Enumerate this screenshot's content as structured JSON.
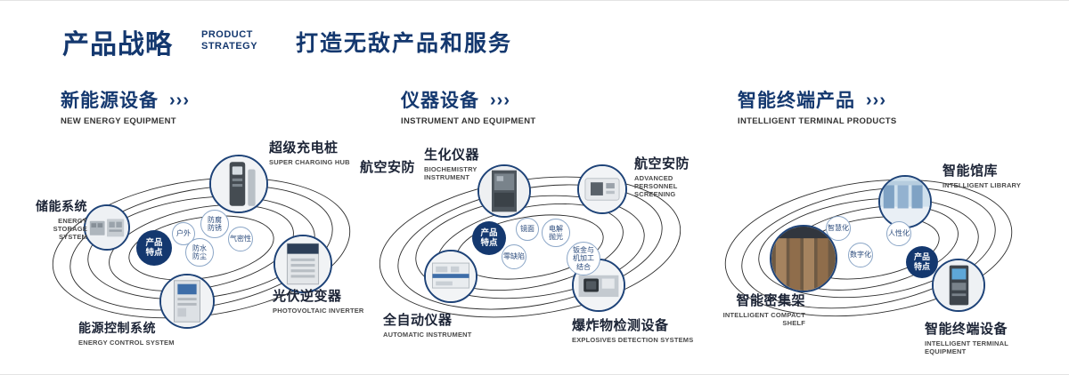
{
  "header": {
    "title_cn": "产品战略",
    "title_en_line1": "PRODUCT",
    "title_en_line2": "STRATEGY",
    "slogan": "打造无敌产品和服务"
  },
  "icons": {
    "triple_arrow": "›››"
  },
  "feature_badge": "产品\n特点",
  "sections": [
    {
      "title": "新能源设备",
      "subtitle": "NEW ENERGY EQUIPMENT",
      "products": [
        {
          "name_cn": "储能系统",
          "name_en": "ENERGY STORAGE\nSYSTEM"
        },
        {
          "name_cn": "超级充电桩",
          "name_en": "SUPER CHARGING HUB"
        },
        {
          "name_cn": "光伏逆变器",
          "name_en": "PHOTOVOLTAIC INVERTER"
        },
        {
          "name_cn": "能源控制系统",
          "name_en": "ENERGY CONTROL SYSTEM"
        }
      ],
      "features": [
        "户外",
        "防腐\n防锈",
        "气密性",
        "防水\n防尘"
      ]
    },
    {
      "title": "仪器设备",
      "subtitle": "INSTRUMENT AND EQUIPMENT",
      "side_label": "航空安防",
      "products": [
        {
          "name_cn": "生化仪器",
          "name_en": "BIOCHEMISTRY\nINSTRUMENT"
        },
        {
          "name_cn": "航空安防",
          "name_en": "ADVANCED PERSONNEL\nSCREENING"
        },
        {
          "name_cn": "全自动仪器",
          "name_en": "AUTOMATIC INSTRUMENT"
        },
        {
          "name_cn": "爆炸物检测设备",
          "name_en": "EXPLOSIVES DETECTION SYSTEMS"
        }
      ],
      "features": [
        "镜面",
        "电解\n抛光",
        "零缺陷",
        "钣金与\n机加工\n结合"
      ]
    },
    {
      "title": "智能终端产品",
      "subtitle": "INTELLIGENT TERMINAL PRODUCTS",
      "products": [
        {
          "name_cn": "智能馆库",
          "name_en": "INTELLIGENT LIBRARY"
        },
        {
          "name_cn": "智能密集架",
          "name_en": "INTELLIGENT COMPACT\nSHELF"
        },
        {
          "name_cn": "智能终端设备",
          "name_en": "INTELLIGENT TERMINAL EQUIPMENT"
        }
      ],
      "features": [
        "智慧化",
        "人性化",
        "数字化"
      ]
    }
  ]
}
